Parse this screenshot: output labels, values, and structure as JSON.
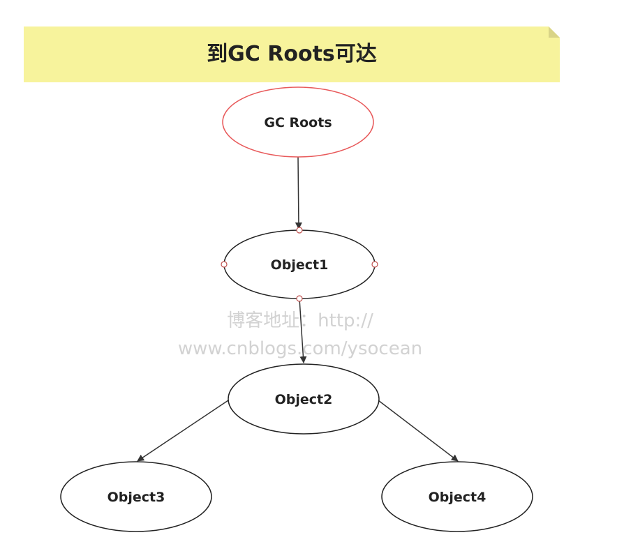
{
  "title": "到GC Roots可达",
  "nodes": {
    "gc_roots": "GC Roots",
    "object1": "Object1",
    "object2": "Object2",
    "object3": "Object3",
    "object4": "Object4"
  },
  "watermark": {
    "line1": "博客地址：http://",
    "line2": "www.cnblogs.com/ysocean"
  },
  "colors": {
    "note_fill": "#f7f39c",
    "root_stroke": "#e8595a",
    "node_stroke": "#222222"
  }
}
